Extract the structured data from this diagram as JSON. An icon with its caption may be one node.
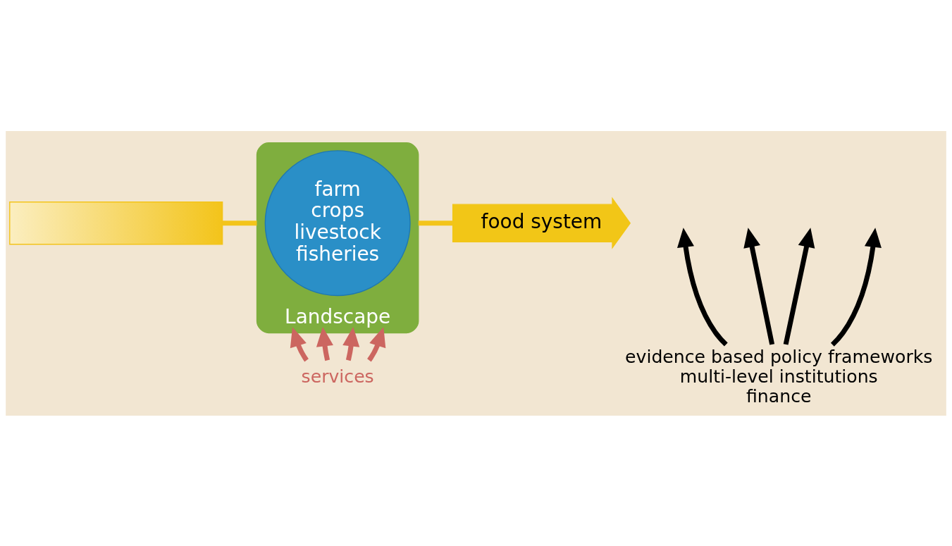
{
  "diagram": {
    "nodes": [
      {
        "text": [],
        "shape": "bar"
      },
      {
        "text": [
          "Landscape"
        ]
      },
      {
        "text": [
          "farm",
          "crops",
          "livestock",
          "fisheries"
        ],
        "in": 1
      },
      {
        "text": [
          "food system"
        ]
      },
      {
        "text": [
          "services"
        ]
      },
      {
        "text": [
          "evidence based policy frameworks",
          "multi-level institutions",
          "finance"
        ]
      }
    ],
    "edges": [
      {
        "from": 0,
        "to": 1,
        "arrow": "none",
        "color": "#f3c41a"
      },
      {
        "from": 1,
        "to": 3,
        "arrow": "none",
        "color": "#f3c41a"
      },
      {
        "from": 4,
        "to": 1,
        "arrow": "to",
        "color": "#cc6660"
      },
      {
        "from": 4,
        "to": 1,
        "arrow": "to",
        "color": "#cc6660"
      },
      {
        "from": 4,
        "to": 1,
        "arrow": "to",
        "color": "#cc6660"
      },
      {
        "from": 4,
        "to": 1,
        "arrow": "to",
        "color": "#cc6660"
      },
      {
        "from": 5,
        "to": null,
        "arrow": "to",
        "color": "#000000"
      },
      {
        "from": 5,
        "to": null,
        "arrow": "to",
        "color": "#000000"
      },
      {
        "from": 5,
        "to": null,
        "arrow": "to",
        "color": "#000000"
      },
      {
        "from": 5,
        "to": null,
        "arrow": "to",
        "color": "#000000"
      }
    ]
  }
}
